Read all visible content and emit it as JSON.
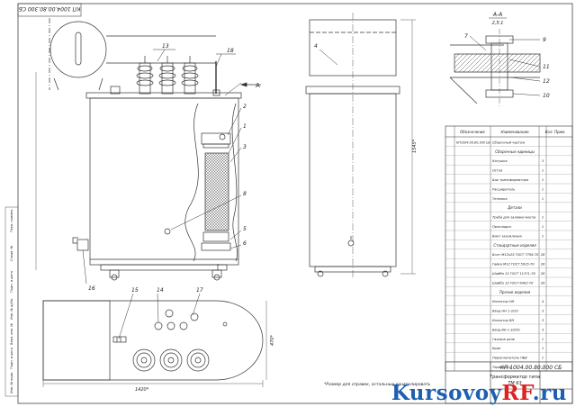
{
  "stamp_top": "КП 1004.00.80.300 СБ",
  "section_label": "А-А",
  "section_scale": "2,5:1",
  "view_label_a": "А",
  "callouts": {
    "c1": "1",
    "c2": "2",
    "c3": "3",
    "c4": "4",
    "c5": "5",
    "c6": "6",
    "c7": "7",
    "c8": "8",
    "c9": "9",
    "c10": "10",
    "c11": "11",
    "c12": "12",
    "c13": "13",
    "c14": "14",
    "c15": "15",
    "c16": "16",
    "c17": "17",
    "c18": "18"
  },
  "dims": {
    "height": "1545*",
    "depth": "470*",
    "width": "1420*",
    "right_height": "1545*"
  },
  "note": "*Размер для справок, остальные контролировать",
  "table": {
    "headers": [
      "Обозначение",
      "Наименование",
      "Кол. Прим."
    ],
    "rows": [
      [
        "КП1004.00.80.300 СБ",
        "Сборочный чертеж",
        ""
      ],
      [
        "",
        "Сборочные единицы",
        ""
      ],
      [
        "",
        "Катушка",
        "3"
      ],
      [
        "",
        "Остов",
        "1"
      ],
      [
        "",
        "Бак трансформатора",
        "1"
      ],
      [
        "",
        "Расширитель",
        "1"
      ],
      [
        "",
        "Тележка",
        "1"
      ],
      [
        "",
        "Детали",
        ""
      ],
      [
        "",
        "Труба для заливки масла",
        "1"
      ],
      [
        "",
        "Прокладка",
        "1"
      ],
      [
        "",
        "Винт заземления",
        "1"
      ],
      [
        "",
        "Стандартные изделия",
        ""
      ],
      [
        "",
        "Болт М12х25 ГОСТ 7798-70",
        "28"
      ],
      [
        "",
        "Гайка М12 ГОСТ 5915-70",
        "28"
      ],
      [
        "",
        "Шайба 12 ГОСТ 11371-78",
        "28"
      ],
      [
        "",
        "Шайба 12 ГОСТ 6402-70",
        "28"
      ],
      [
        "",
        "Прочие изделия",
        ""
      ],
      [
        "",
        "Изолятор НН",
        "4"
      ],
      [
        "",
        "Ввод НН 1-3/10",
        "3"
      ],
      [
        "",
        "Изолятор ВН",
        "3"
      ],
      [
        "",
        "Ввод ВН 1-3/250",
        "3"
      ],
      [
        "",
        "Газовое реле",
        "1"
      ],
      [
        "",
        "Кран",
        "1"
      ],
      [
        "",
        "Переключатель ПБВ",
        "1"
      ],
      [
        "",
        "Термометр",
        "1"
      ]
    ]
  },
  "title_block": {
    "code": "КП 1004.00.80.300 СБ",
    "name_line1": "Трансформатор типа",
    "name_line2": "ТМ 63"
  },
  "side_strip": [
    "Перв. примен.",
    "Справ. №",
    "Подп. и дата",
    "Инв. № дубл.",
    "Взам. инв. №",
    "Подп. и дата",
    "Инв. № подл."
  ],
  "watermark": {
    "main": "Kursovoy",
    "accent": "RF",
    "tail": ".ru"
  }
}
